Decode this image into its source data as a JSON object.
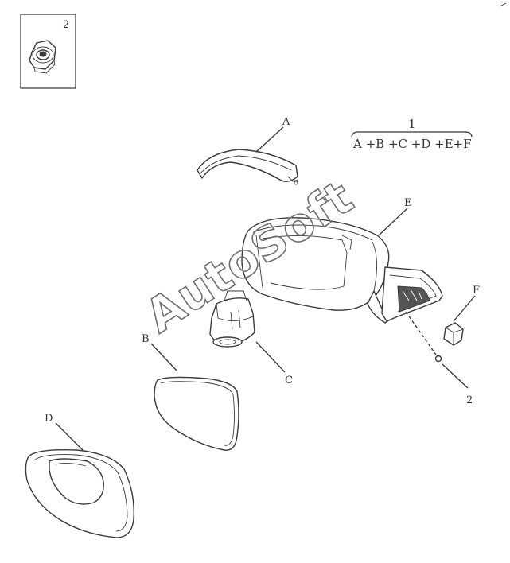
{
  "inset": {
    "label": "2"
  },
  "assembly": {
    "number": "1",
    "formula": "A +B +C +D +E+F"
  },
  "callouts": {
    "A": "A",
    "B": "B",
    "C": "C",
    "D": "D",
    "E": "E",
    "F": "F",
    "two": "2"
  },
  "watermark": "AutoSoft",
  "colors": {
    "line": "#333333",
    "background": "#ffffff"
  }
}
